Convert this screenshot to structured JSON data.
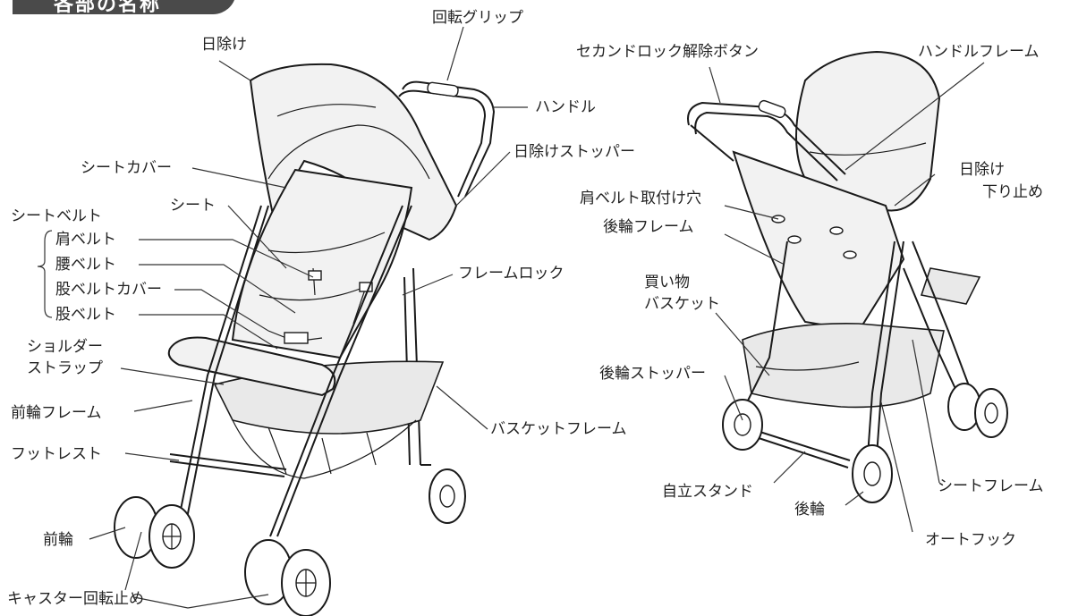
{
  "header": {
    "title": "各部の名称"
  },
  "front_labels": {
    "canopy": "日除け",
    "rotating_grip": "回転グリップ",
    "handle": "ハンドル",
    "canopy_stopper": "日除けストッパー",
    "seat_cover": "シートカバー",
    "seat": "シート",
    "seat_belt": "シートベルト",
    "shoulder_belt": "肩ベルト",
    "waist_belt": "腰ベルト",
    "crotch_belt_cover": "股ベルトカバー",
    "crotch_belt": "股ベルト",
    "shoulder_strap_1": "ショルダー",
    "shoulder_strap_2": "ストラップ",
    "frame_lock": "フレームロック",
    "front_wheel_frame": "前輪フレーム",
    "footrest": "フットレスト",
    "basket_frame": "バスケットフレーム",
    "front_wheel": "前輪",
    "caster_lock": "キャスター回転止め"
  },
  "back_labels": {
    "second_lock_button": "セカンドロック解除ボタン",
    "handle_frame": "ハンドルフレーム",
    "canopy_holder_1": "日除け",
    "canopy_holder_2": "下り止め",
    "shoulder_belt_hole": "肩ベルト取付け穴",
    "rear_wheel_frame": "後輪フレーム",
    "basket_1": "買い物",
    "basket_2": "バスケット",
    "rear_wheel_stopper": "後輪ストッパー",
    "stand": "自立スタンド",
    "rear_wheel": "後輪",
    "seat_frame": "シートフレーム",
    "auto_hook": "オートフック"
  }
}
